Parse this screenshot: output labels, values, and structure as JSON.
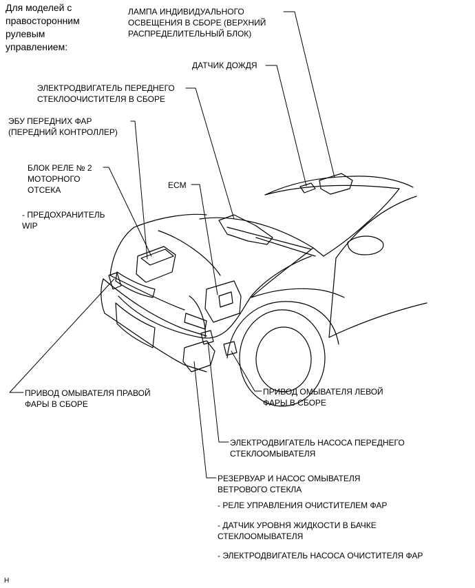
{
  "header_lines": [
    "Для моделей с",
    "правосторонним",
    "рулевым",
    "управлением:"
  ],
  "labels": {
    "lamp": [
      "ЛАМПА ИНДИВИДУАЛЬНОГО",
      "ОСВЕЩЕНИЯ В СБОРЕ (ВЕРХНИЙ",
      "РАСПРЕДЕЛИТЕЛЬНЫЙ БЛОК)"
    ],
    "rain_sensor": [
      "ДАТЧИК ДОЖДЯ"
    ],
    "wiper_motor": [
      "ЭЛЕКТРОДВИГАТЕЛЬ ПЕРЕДНЕГО",
      "СТЕКЛООЧИСТИТЕЛЯ В СБОРЕ"
    ],
    "headlamp_ecu": [
      "ЭБУ ПЕРЕДНИХ ФАР",
      "(ПЕРЕДНИЙ КОНТРОЛЛЕР)"
    ],
    "relay_block": [
      "БЛОК РЕЛЕ № 2",
      "МОТОРНОГО",
      "ОТСЕКА"
    ],
    "fuse": [
      "- ПРЕДОХРАНИТЕЛЬ",
      "WIP"
    ],
    "ecm": [
      "ECM"
    ],
    "right_washer": [
      "ПРИВОД ОМЫВАТЕЛЯ ПРАВОЙ",
      "ФАРЫ В СБОРЕ"
    ],
    "left_washer": [
      "ПРИВОД ОМЫВАТЕЛЯ ЛЕВОЙ",
      "ФАРЫ В СБОРЕ"
    ],
    "washer_pump_motor": [
      "ЭЛЕКТРОДВИГАТЕЛЬ НАСОСА ПЕРЕДНЕГО",
      "СТЕКЛООМЫВАТЕЛЯ"
    ],
    "reservoir": [
      "РЕЗЕРВУАР И НАСОС ОМЫВАТЕЛЯ",
      "ВЕТРОВОГО СТЕКЛА"
    ],
    "relay_cleaner": [
      "- РЕЛЕ УПРАВЛЕНИЯ ОЧИСТИТЕЛЕМ ФАР"
    ],
    "level_sensor": [
      "- ДАТЧИК УРОВНЯ ЖИДКОСТИ В БАЧКЕ",
      "СТЕКЛООМЫВАТЕЛЯ"
    ],
    "cleaner_pump": [
      "- ЭЛЕКТРОДВИГАТЕЛЬ НАСОСА ОЧИСТИТЕЛЯ ФАР"
    ]
  },
  "footer_code": "H"
}
